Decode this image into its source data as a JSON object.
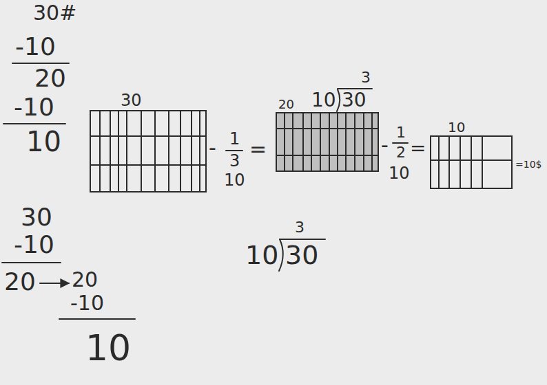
{
  "diagram": {
    "nodes": [
      {
        "text": [
          "30"
        ]
      },
      {
        "text": [
          "20"
        ]
      },
      {
        "text": [
          "10"
        ]
      }
    ],
    "labels": [
      "30#",
      "-10",
      "20",
      "-10",
      "10",
      "3",
      "10",
      "30",
      "-",
      "1",
      "3",
      "10",
      "=",
      "-",
      "1",
      "2",
      "10",
      "=",
      "=10$",
      "30",
      "-10",
      "20",
      "20",
      "-10",
      "10",
      "3",
      "10",
      "30"
    ]
  }
}
